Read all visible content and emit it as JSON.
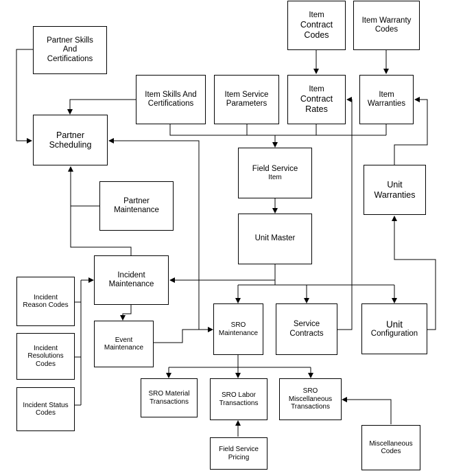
{
  "boxes": {
    "item_contract_codes": [
      "Item",
      "Contract",
      "Codes"
    ],
    "item_warranty_codes": [
      "Item Warranty",
      "Codes"
    ],
    "partner_skills": [
      "Partner Skills",
      "And",
      "Certifications"
    ],
    "item_skills": [
      "Item Skills And",
      "Certifications"
    ],
    "item_service_params": [
      "Item Service",
      "Parameters"
    ],
    "item_contract_rates": [
      "Item",
      "Contract",
      "Rates"
    ],
    "item_warranties": [
      "Item",
      "Warranties"
    ],
    "partner_scheduling": [
      "Partner",
      "Scheduling"
    ],
    "field_service_item": [
      "Field Service",
      "Item"
    ],
    "unit_warranties": [
      "Unit",
      "Warranties"
    ],
    "partner_maintenance": [
      "Partner",
      "Maintenance"
    ],
    "unit_master": [
      "Unit Master"
    ],
    "incident_maintenance": [
      "Incident",
      "Maintenance"
    ],
    "incident_reason_codes": [
      "Incident",
      "Reason Codes"
    ],
    "event_maintenance": [
      "Event",
      "Maintenance"
    ],
    "sro_maintenance": [
      "SRO",
      "Maintenance"
    ],
    "service_contracts": [
      "Service",
      "Contracts"
    ],
    "unit_configuration": [
      "Unit",
      "Configuration"
    ],
    "incident_resolutions_codes": [
      "Incident",
      "Resolutions",
      "Codes"
    ],
    "incident_status_codes": [
      "Incident Status",
      "Codes"
    ],
    "sro_material_transactions": [
      "SRO Material",
      "Transactions"
    ],
    "sro_labor_transactions": [
      "SRO Labor",
      "Transactions"
    ],
    "sro_misc_transactions": [
      "SRO",
      "Miscellaneous",
      "Transactions"
    ],
    "field_service_pricing": [
      "Field Service",
      "Pricing"
    ],
    "miscellaneous_codes": [
      "Miscellaneous",
      "Codes"
    ]
  }
}
